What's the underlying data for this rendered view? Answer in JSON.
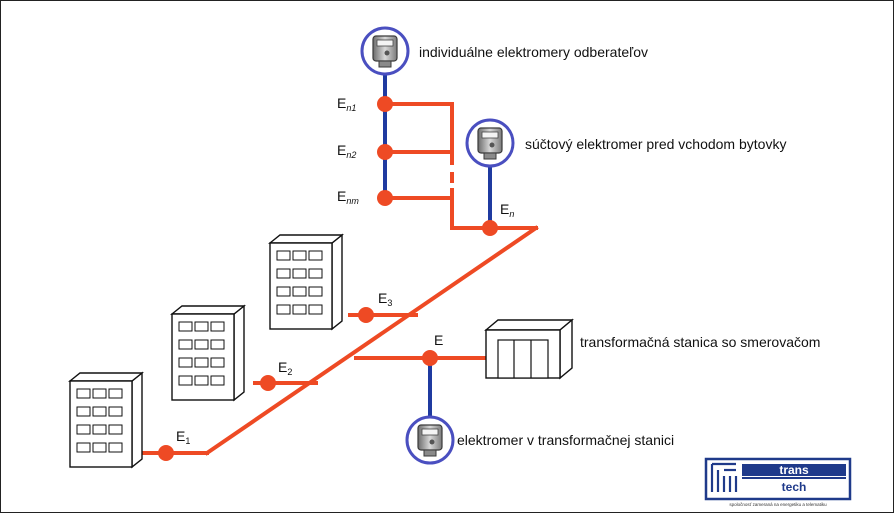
{
  "meters": {
    "individual": "individuálne elektromery odberateľov",
    "summing": "súčtový elektromer pred vchodom bytovky",
    "station": "elektromer v transformačnej stanici"
  },
  "station": {
    "label": "transformačná stanica so smerovačom"
  },
  "points": {
    "en1": {
      "letter": "E",
      "sub": "n1"
    },
    "en2": {
      "letter": "E",
      "sub": "n2"
    },
    "enm": {
      "letter": "E",
      "sub": "nm"
    },
    "en": {
      "letter": "E",
      "sub": "n"
    },
    "e3": {
      "letter": "E",
      "sub": "3"
    },
    "e2": {
      "letter": "E",
      "sub": "2"
    },
    "e1": {
      "letter": "E",
      "sub": "1"
    },
    "e": {
      "letter": "E"
    }
  },
  "logo": {
    "line1": "trans",
    "line2": "tech",
    "tagline": "spoločnosť zameraná na energetiku a telematiku",
    "colors": {
      "primary": "#1f3a8a",
      "frame": "#1f3a8a"
    }
  },
  "colors": {
    "wire": "#ee4a24",
    "pole": "#1f3aa0",
    "meter_ring": "#4a4fc0"
  }
}
